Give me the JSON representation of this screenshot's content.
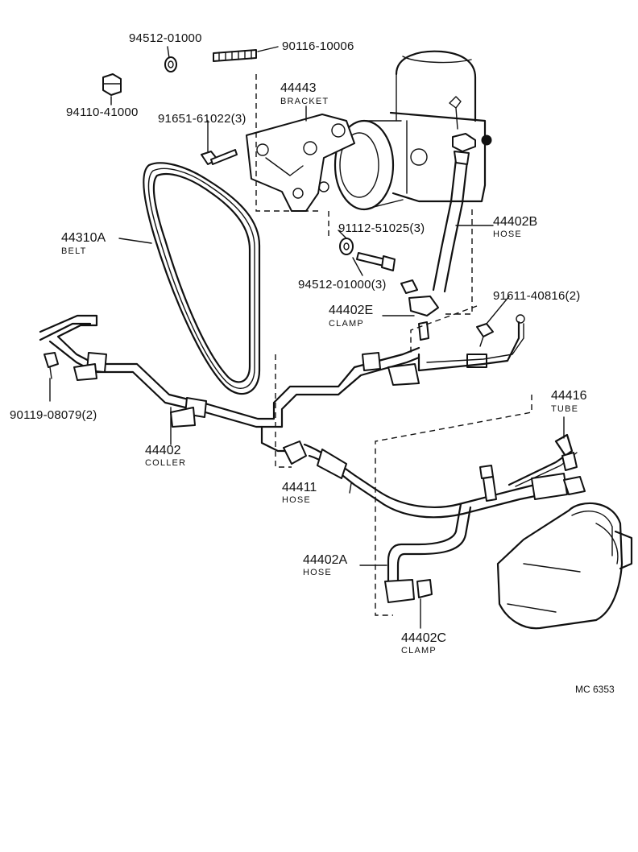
{
  "parts": {
    "p94512_01000": {
      "number": "94512-01000"
    },
    "p90116_10006": {
      "number": "90116-10006"
    },
    "p94110_41000": {
      "number": "94110-41000"
    },
    "p44443": {
      "number": "44443",
      "name": "BRACKET"
    },
    "p91651_61022": {
      "number": "91651-61022(3)"
    },
    "p44310A": {
      "number": "44310A",
      "name": "BELT"
    },
    "p91112_51025": {
      "number": "91112-51025(3)"
    },
    "p44402B": {
      "number": "44402B",
      "name": "HOSE"
    },
    "p94512_01000_3": {
      "number": "94512-01000(3)"
    },
    "p44402E": {
      "number": "44402E",
      "name": "CLAMP"
    },
    "p91611_40816": {
      "number": "91611-40816(2)"
    },
    "p90119_08079": {
      "number": "90119-08079(2)"
    },
    "p44402": {
      "number": "44402",
      "name": "COLLER"
    },
    "p44416": {
      "number": "44416",
      "name": "TUBE"
    },
    "p44411": {
      "number": "44411",
      "name": "HOSE"
    },
    "p44402A": {
      "number": "44402A",
      "name": "HOSE"
    },
    "p44402C": {
      "number": "44402C",
      "name": "CLAMP"
    }
  },
  "reference": "MC 6353"
}
